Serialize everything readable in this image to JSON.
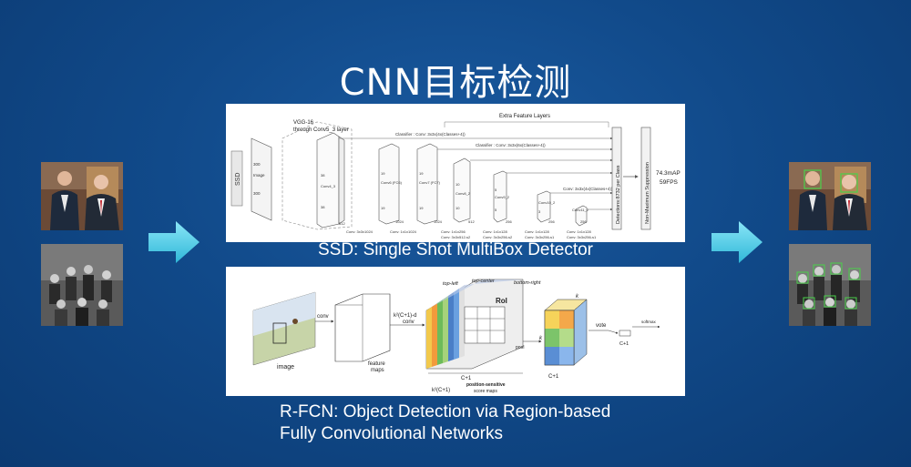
{
  "title": "CNN目标检测",
  "ssd": {
    "caption": "SSD: Single Shot MultiBox Detector",
    "extra_feature_layers": "Extra Feature Layers",
    "vgg_label_1": "VGG-16",
    "vgg_label_2": "through Conv5_3 layer",
    "input_box": "SSD",
    "image_label": "Image",
    "num_300a": "300",
    "num_300b": "300",
    "classifier1": "Classifier : Conv: 3x3x(4x(Classes+4))",
    "classifier2": "Classifier : Conv: 3x3x(6x(Classes+4))",
    "classifier3": "Conv: 3x3x(4x(Classes+4))",
    "conv4_3": "Conv4_3",
    "num_38a": "38",
    "num_38b": "38",
    "num_512": "512",
    "conv6": "Conv6 (FC6)",
    "conv7": "Conv7 (FC7)",
    "num_19a": "19",
    "num_19b": "19",
    "num_19c": "19",
    "num_19d": "19",
    "num_1024a": "1024",
    "num_1024b": "1024",
    "conv8_2": "Conv8_2",
    "num_10a": "10",
    "num_10b": "10",
    "num_512b": "512",
    "conv9_2": "Conv9_2",
    "num_5a": "5",
    "num_5b": "5",
    "num_256a": "256",
    "conv10_2": "Conv10_2",
    "num_3": "3",
    "num_256b": "256",
    "conv11_2": "Conv11_2",
    "num_256c": "256",
    "bl1": "Conv: 3x3x1024",
    "bl2": "Conv: 1x1x1024",
    "bl3a": "Conv: 1x1x256",
    "bl3b": "Conv: 3x3x512-s2",
    "bl4a": "Conv: 1x1x128",
    "bl4b": "Conv: 3x3x256-s2",
    "bl5a": "Conv: 1x1x128",
    "bl5b": "Conv: 3x3x256-s1",
    "bl6a": "Conv: 1x1x128",
    "bl6b": "Conv: 3x3x256-s1",
    "detections": "Detections:8732 per Class",
    "nms": "Non-Maximum Suppression",
    "map": "74.3mAP",
    "fps": "59FPS"
  },
  "rfcn": {
    "caption_line1": "R-FCN: Object Detection via Region-based",
    "caption_line2": "Fully Convolutional Networks",
    "image": "image",
    "conv": "conv",
    "feature_maps_1": "feature",
    "feature_maps_2": "maps",
    "k2c1d": "k²(C+1)-d",
    "conv2": "conv",
    "top_left": "top-left",
    "top_center": "top-center",
    "bottom_right": "bottom-right",
    "roi": "RoI",
    "pool": "pool",
    "c1_a": "C+1",
    "k2c1": "k²(C+1)",
    "psm_1": "position-sensitive",
    "psm_2": "score maps",
    "k_a": "k",
    "k_b": "k",
    "c1_b": "C+1",
    "vote": "vote",
    "softmax": "softmax",
    "c1_c": "C+1"
  },
  "colors": {
    "arrow": "#4fd3ee",
    "background": "#114a8a"
  }
}
